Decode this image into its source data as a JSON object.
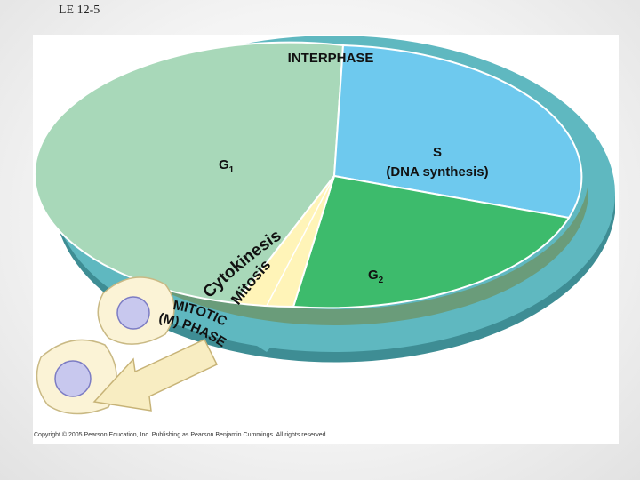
{
  "slide": {
    "label": "LE 12-5"
  },
  "diagram": {
    "title": "INTERPHASE",
    "phases": {
      "g1": {
        "label": "G",
        "sub": "1"
      },
      "s": {
        "label": "S",
        "detail": "(DNA synthesis)"
      },
      "g2": {
        "label": "G",
        "sub": "2"
      },
      "mitosis": {
        "label": "Mitosis"
      },
      "cytokinesis": {
        "label": "Cytokinesis"
      },
      "mitotic_phase": {
        "line1": "MITOTIC",
        "line2": "(M) PHASE"
      }
    },
    "colors": {
      "g1": "#a8d8b9",
      "s": "#6ec9ee",
      "g2": "#3dbb6c",
      "mitotic": "#fff4b8",
      "ring": "#5fb8c0",
      "ring_dark": "#3e8d94",
      "arrow": "#f8edc2"
    }
  },
  "footer": {
    "copyright": "Copyright © 2005 Pearson Education, Inc. Publishing as Pearson Benjamin Cummings. All rights reserved."
  }
}
